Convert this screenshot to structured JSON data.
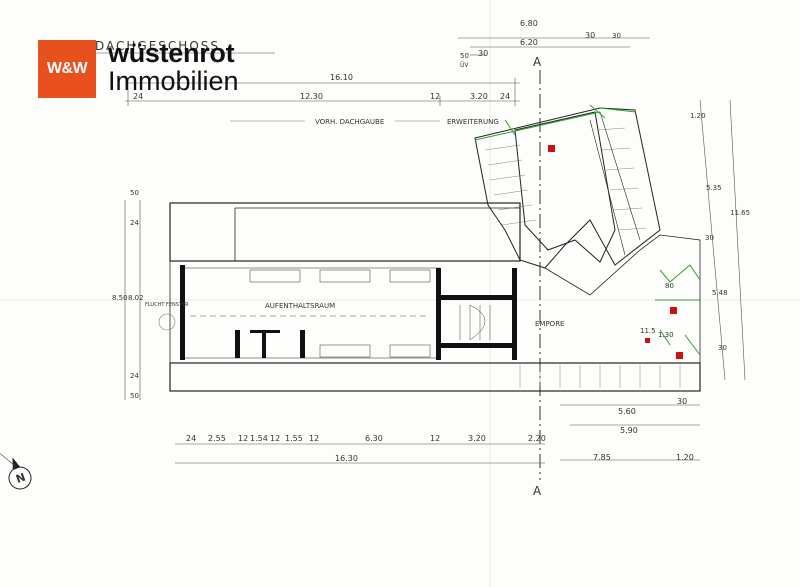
{
  "brand": {
    "mark": "W&W",
    "name": "wüstenrot",
    "sub": "Immobilien"
  },
  "plan": {
    "title": "DACHGESCHOSS",
    "section_mark": "A",
    "room_main": "AUFENTHALTSRAUM",
    "room_gallery": "EMPORE",
    "note_dormer": "VORH. DACHGAUBE",
    "note_extension": "ERWEITERUNG",
    "note_exit": "FLUCHT\nFENSTER"
  },
  "dims": {
    "top_overall": "16.10",
    "top_segments": [
      "24",
      "12.30",
      "12",
      "3.20",
      "24"
    ],
    "top_right_total": "6.80",
    "top_right_inner": "6.20",
    "top_right_a": "30",
    "top_right_b": "30",
    "top_left_a": "50",
    "top_left_b": "30",
    "ov": "ÜV",
    "right_a": "1.20",
    "right_b": "5.35",
    "right_c": "11.65",
    "right_d": "5.48",
    "right_e": "30",
    "right_f": "30",
    "left_a": "50",
    "left_b": "24",
    "left_c": "8.50",
    "left_d": "8.02",
    "left_e": "24",
    "left_f": "50",
    "bottom_segments": [
      "24",
      "2.55",
      "12",
      "1.54",
      "12",
      "1.55",
      "12",
      "6.30",
      "12",
      "3.20",
      "2.20"
    ],
    "bottom_overall": "16.30",
    "bottom_right_a": "5.60",
    "bottom_right_b": "5.90",
    "bottom_right_c": "7.85",
    "bottom_right_d": "1.20",
    "inner_a": "80",
    "inner_b": "1.30",
    "inner_c": "11.5"
  },
  "colors": {
    "accent": "#e8501e",
    "line": "#222222",
    "green": "#2fa02f",
    "red": "#cc1111"
  }
}
